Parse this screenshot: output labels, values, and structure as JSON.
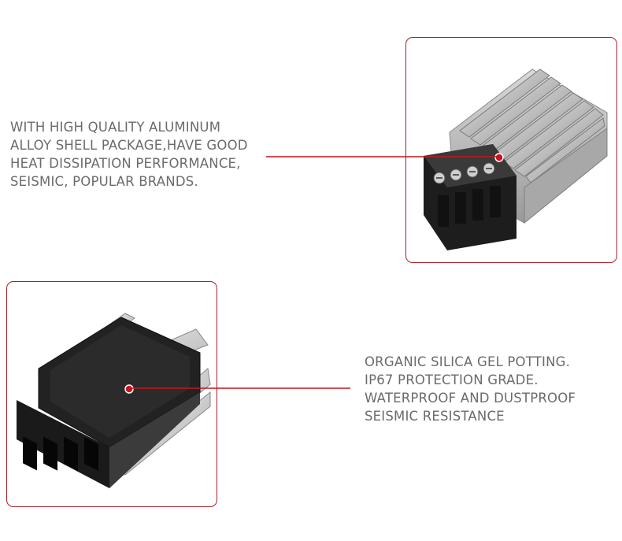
{
  "colors": {
    "accent": "#c8141e",
    "frame_border": "#a9202a",
    "caption_text": "#6b6b6b"
  },
  "feature_top": {
    "lines": [
      "WITH HIGH QUALITY ALUMINUM",
      "ALLOY SHELL PACKAGE,HAVE GOOD",
      "HEAT DISSIPATION PERFORMANCE,",
      "SEISMIC, POPULAR BRANDS."
    ],
    "image": "aluminum-heatsink-converter-with-screw-terminals"
  },
  "feature_bottom": {
    "lines": [
      "ORGANIC SILICA GEL POTTING.",
      "IP67 PROTECTION GRADE.",
      "WATERPROOF AND DUSTPROOF",
      "SEISMIC RESISTANCE"
    ],
    "image": "converter-underside-silica-gel-potting"
  }
}
